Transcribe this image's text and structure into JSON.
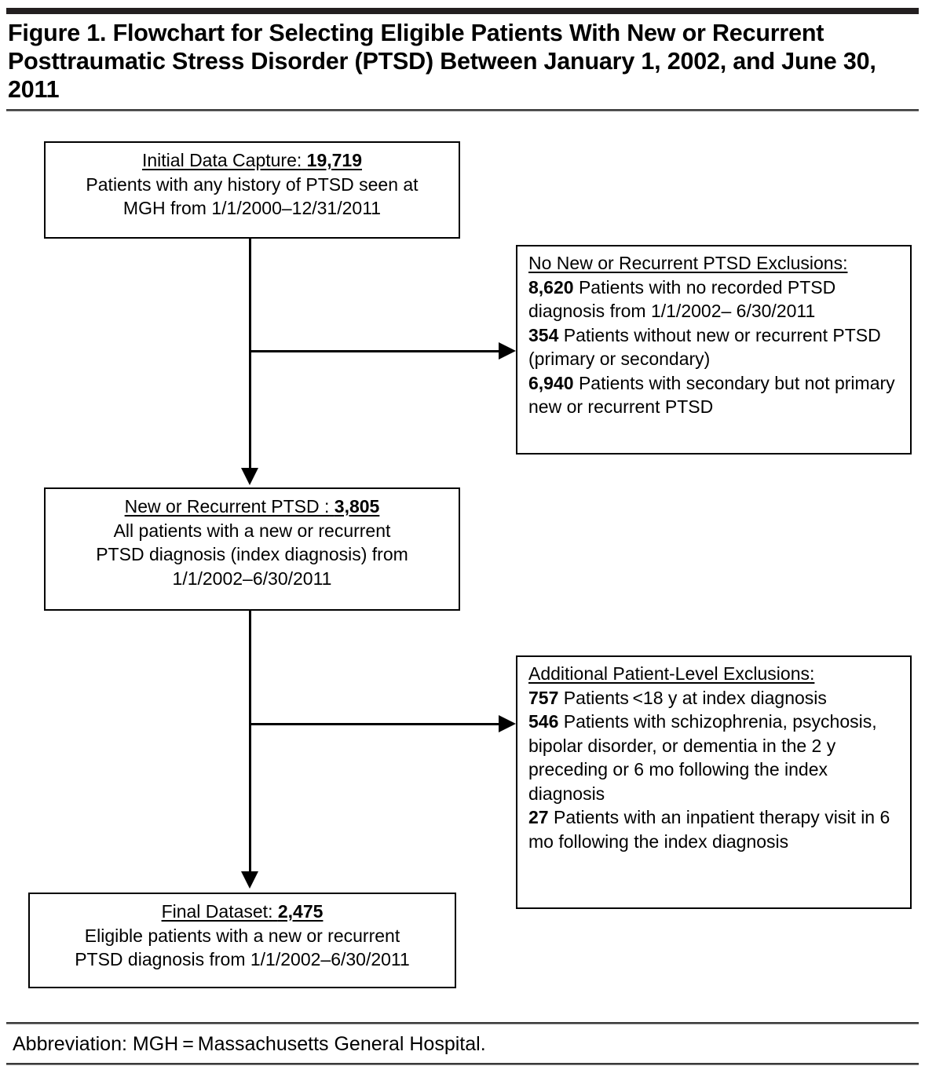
{
  "figure": {
    "title": "Figure 1. Flowchart for Selecting Eligible Patients With New or Recurrent Posttraumatic Stress Disorder (PTSD) Between January 1, 2002, and June 30, 2011",
    "footnote": "Abbreviation: MGH = Massachusetts General Hospital."
  },
  "flow": {
    "initial": {
      "header_label": "Initial Data Capture:",
      "header_count": "19,719",
      "line2": "Patients with any history of PTSD seen at",
      "line3": "MGH  from 1/1/2000–12/31/2011"
    },
    "new_recurrent": {
      "header_label": "New or Recurrent PTSD :",
      "header_count": "3,805",
      "line2": "All patients with a new or recurrent",
      "line3": "PTSD diagnosis (index diagnosis) from",
      "line4": "1/1/2002–6/30/2011"
    },
    "final": {
      "header_label": "Final Dataset:",
      "header_count": "2,475",
      "line2": "Eligible patients with a new or recurrent",
      "line3": "PTSD diagnosis from 1/1/2002–6/30/2011"
    },
    "exclusions_1": {
      "header": "No New or Recurrent PTSD Exclusions:",
      "items": [
        {
          "count": "8,620",
          "text": " Patients with no recorded PTSD diagnosis from 1/1/2002– 6/30/2011"
        },
        {
          "count": "354",
          "text": " Patients without new or recurrent PTSD (primary or secondary)"
        },
        {
          "count": "6,940",
          "text": " Patients with secondary but not primary new or recurrent PTSD"
        }
      ]
    },
    "exclusions_2": {
      "header": "Additional Patient-Level Exclusions:",
      "items": [
        {
          "count": "757",
          "text": " Patients <18 y at index diagnosis"
        },
        {
          "count": "546",
          "text": " Patients with schizophrenia, psychosis, bipolar disorder, or dementia in the 2 y preceding or 6 mo following the index diagnosis"
        },
        {
          "count": "27",
          "text": " Patients with an inpatient therapy visit in 6  mo following the index diagnosis"
        }
      ]
    }
  },
  "chart_data": {
    "type": "diagram",
    "title": "Figure 1. Flowchart for Selecting Eligible Patients With New or Recurrent Posttraumatic Stress Disorder (PTSD) Between January 1, 2002, and June 30, 2011",
    "nodes": [
      {
        "id": "initial",
        "label": "Initial Data Capture",
        "value": 19719
      },
      {
        "id": "exclusions_1",
        "label": "No New or Recurrent PTSD Exclusions",
        "values": [
          8620,
          354,
          6940
        ]
      },
      {
        "id": "new_recurrent",
        "label": "New or Recurrent PTSD",
        "value": 3805
      },
      {
        "id": "exclusions_2",
        "label": "Additional Patient-Level Exclusions",
        "values": [
          757,
          546,
          27
        ]
      },
      {
        "id": "final",
        "label": "Final Dataset",
        "value": 2475
      }
    ],
    "edges": [
      {
        "from": "initial",
        "to": "new_recurrent"
      },
      {
        "from": "initial",
        "to": "exclusions_1"
      },
      {
        "from": "new_recurrent",
        "to": "final"
      },
      {
        "from": "new_recurrent",
        "to": "exclusions_2"
      }
    ]
  }
}
